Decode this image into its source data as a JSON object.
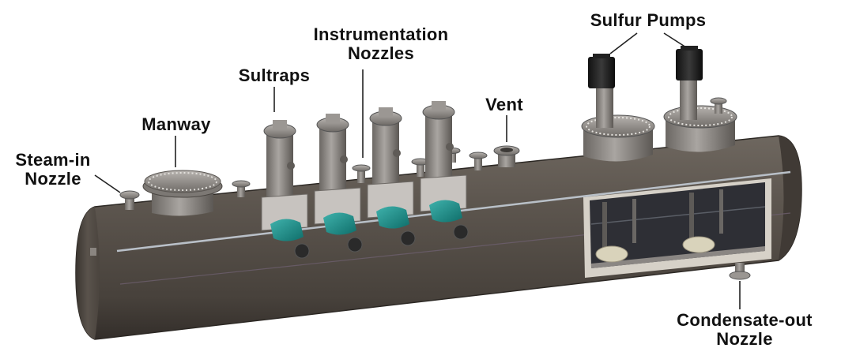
{
  "diagram": {
    "callouts": {
      "steam_in_nozzle": "Steam-in\nNozzle",
      "manway": "Manway",
      "sultraps": "Sultraps",
      "instrumentation_nozzles": "Instrumentation\nNozzles",
      "vent": "Vent",
      "sulfur_pumps": "Sulfur Pumps",
      "condensate_out_nozzle": "Condensate-out\nNozzle"
    },
    "colors": {
      "vessel_body": "#5a534c",
      "vessel_dark": "#38332e",
      "steel": "#8e8a86",
      "steel_light": "#c9c6c2",
      "sultrap_valve": "#1f8e8a",
      "pump_motor": "#1c1c1c",
      "cutaway_interior": "#2d2e33",
      "pump_casing": "#d8d2b8",
      "callout_line": "#222222"
    }
  }
}
